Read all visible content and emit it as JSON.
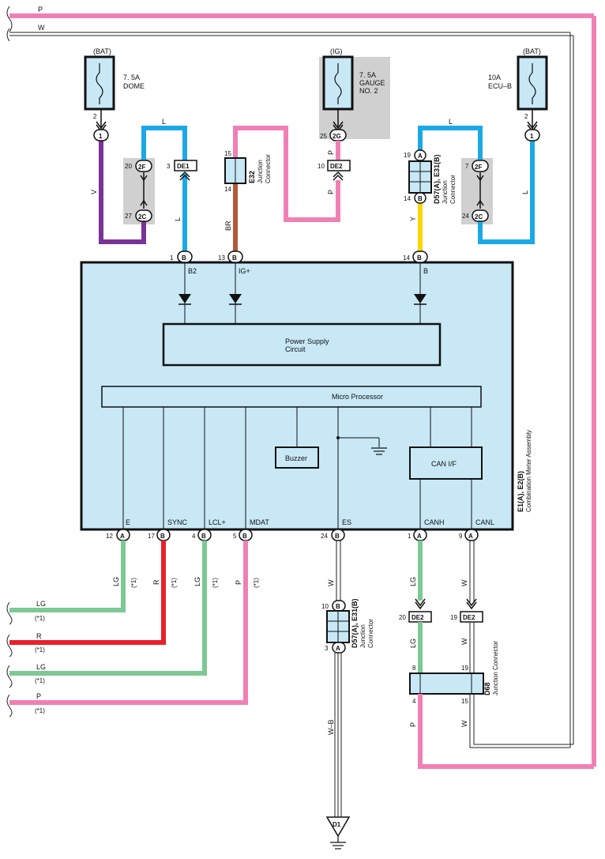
{
  "colors": {
    "pink": "#f080b4",
    "blue": "#1aa9e6",
    "purple": "#7a3296",
    "brown": "#b3593a",
    "yellow": "#f8d800",
    "green": "#7cc994",
    "red": "#e8202a",
    "box_fill": "#c8e8f6",
    "shade": "#d0d0d0"
  },
  "top_wires": {
    "p": "P",
    "w": "W"
  },
  "fuses": {
    "left": {
      "source": "(BAT)",
      "line1": "7. 5A",
      "line2": "DOME"
    },
    "middle": {
      "source": "(IG)",
      "line1": "7. 5A",
      "line2": "GAUGE",
      "line3": "NO. 2"
    },
    "right": {
      "source": "(BAT)",
      "line1": "10A",
      "line2": "ECU–B"
    }
  },
  "pins": {
    "p2a": "2",
    "c1a": "1",
    "p20": "20",
    "c2f": "2F",
    "p27": "27",
    "c2c": "2C",
    "p3": "3",
    "de1": "DE1",
    "p15": "15",
    "p14": "14",
    "p25": "25",
    "c2g": "2G",
    "p10": "10",
    "de2": "DE2",
    "p19": "19",
    "cA": "A",
    "p14b": "14",
    "cB": "B",
    "p7": "7",
    "c2f2": "2F",
    "p24": "24",
    "c2c2": "2C",
    "p2b": "2",
    "c1b": "1",
    "m1": "1",
    "m13": "13",
    "m14": "14",
    "b12": "12",
    "b17": "17",
    "b4": "4",
    "b5": "5",
    "b24": "24",
    "b1": "1",
    "b9": "9",
    "j10": "10",
    "j3": "3",
    "de2a": "DE2",
    "de2b": "DE2",
    "p20b": "20",
    "p19b": "19",
    "d8": "8",
    "d19": "19",
    "d4": "4",
    "d15": "15"
  },
  "wire_labels": {
    "v": "V",
    "l1": "L",
    "l2": "L",
    "br": "BR",
    "p1": "P",
    "p2": "P",
    "y": "Y",
    "l3": "L",
    "l4": "L",
    "lg1": "LG",
    "r1": "R",
    "lg2": "LG",
    "p3": "P",
    "star": "(*1)",
    "w1": "W",
    "lg3": "LG",
    "w2": "W",
    "lg4": "LG",
    "w3": "W",
    "p4": "P",
    "w4": "W",
    "wb": "W–B"
  },
  "connectors": {
    "e32": "E32",
    "e32_sub1": "Junction",
    "e32_sub2": "Connector",
    "d57": "D57(A), E31(B)",
    "d57_sub1": "Junction",
    "d57_sub2": "Connector",
    "d68": "D68",
    "d68_sub": "Junction Connector",
    "ground": "D1"
  },
  "meter": {
    "title": "E1(A), E2(B)",
    "subtitle": "Combination Meter Assembly",
    "top_terms": [
      "B2",
      "IG+",
      "B"
    ],
    "power_supply1": "Power Supply",
    "power_supply2": "Circuit",
    "micro": "Micro Processor",
    "buzzer": "Buzzer",
    "canif": "CAN I/F",
    "bottom_terms": [
      "E",
      "SYNC",
      "LCL+",
      "MDAT",
      "ES",
      "CANH",
      "CANL"
    ]
  },
  "left_wires": [
    {
      "label": "LG",
      "note": "(*1)"
    },
    {
      "label": "R",
      "note": "(*1)"
    },
    {
      "label": "LG",
      "note": "(*1)"
    },
    {
      "label": "P",
      "note": "(*1)"
    }
  ]
}
